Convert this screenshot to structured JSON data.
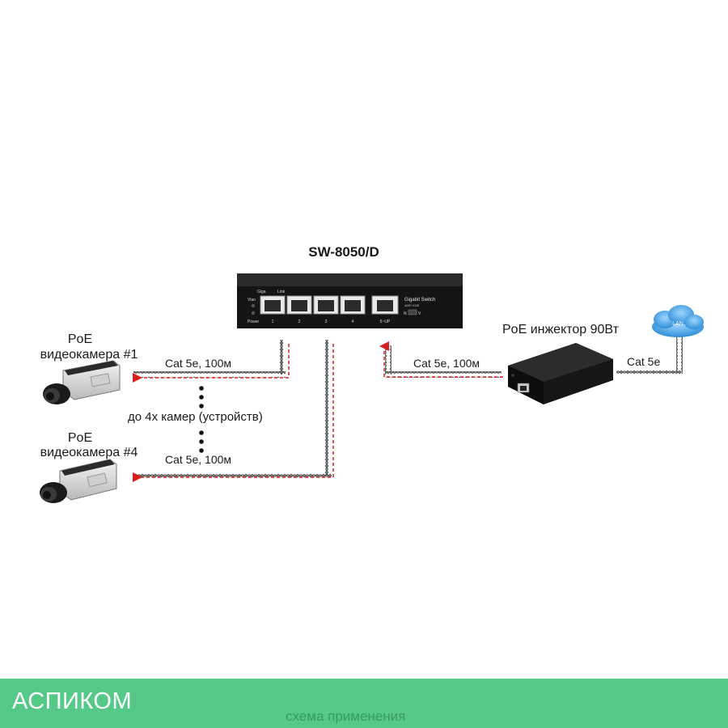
{
  "diagram": {
    "switch_model": "SW-8050/D",
    "switch_panel": {
      "vlan": "Vlan",
      "giga": "Giga",
      "link": "Link",
      "brand_line1": "Gigabit Switch",
      "brand_line2": "4GE+1GE",
      "power": "Power",
      "port_numbers": [
        "1",
        "2",
        "3",
        "4",
        "5~UP"
      ],
      "switch_n": "N",
      "switch_v": "V"
    },
    "camera_1_line1": "PoE",
    "camera_1_line2": "видеокамера  #1",
    "camera_4_line1": "PoE",
    "camera_4_line2": "видеокамера  #4",
    "cable_cam1": "Cat 5e, 100м",
    "cable_cam4": "Cat 5e, 100м",
    "cable_uplink": "Cat 5e, 100м",
    "cable_lan": "Cat 5e",
    "cameras_note": "до 4х камер (устройств)",
    "injector_label": "PoE инжектор 90Вт",
    "cloud_label": "LAN",
    "colors": {
      "power_line": "#d62020",
      "switch_body": "#1c1c1c",
      "cloud": "#49a8e8",
      "footer": "#55c987"
    }
  },
  "footer": {
    "brand": "АСПИКОМ",
    "caption": "схема применения"
  }
}
